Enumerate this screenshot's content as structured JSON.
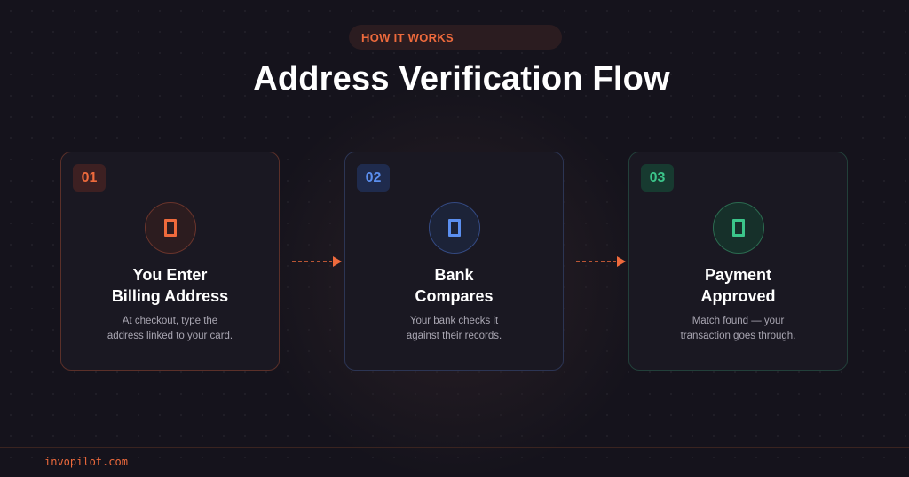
{
  "header": {
    "eyebrow": "HOW IT WORKS",
    "title": "Address Verification Flow"
  },
  "steps": [
    {
      "number": "01",
      "title_line1": "You Enter",
      "title_line2": "Billing Address",
      "desc_line1": "At checkout, type the",
      "desc_line2": "address linked to your card.",
      "icon": "card-outline-icon",
      "accent": "#ee6a3c"
    },
    {
      "number": "02",
      "title_line1": "Bank",
      "title_line2": "Compares",
      "desc_line1": "Your bank checks it",
      "desc_line2": "against their records.",
      "icon": "card-outline-icon",
      "accent": "#5b8ff0"
    },
    {
      "number": "03",
      "title_line1": "Payment",
      "title_line2": "Approved",
      "desc_line1": "Match found — your",
      "desc_line2": "transaction goes through.",
      "icon": "card-outline-icon",
      "accent": "#3bc58a"
    }
  ],
  "footer": {
    "brand": "invopilot.com"
  },
  "colors": {
    "background": "#15131c",
    "accent": "#ee6a3c"
  }
}
